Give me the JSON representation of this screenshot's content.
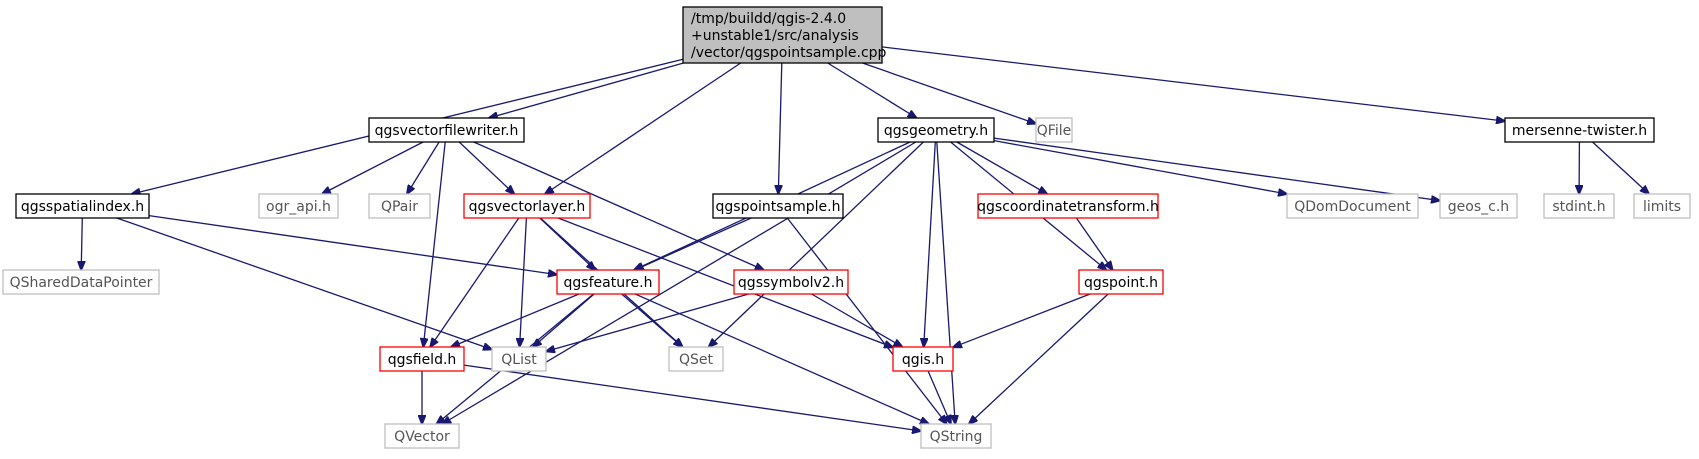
{
  "colors": {
    "edge": "#191970",
    "border_normal": "#000000",
    "border_link": "#ff0000",
    "border_external": "#bfbfbf",
    "root_fill": "#bfbfbf",
    "node_fill": "#ffffff"
  },
  "graph": {
    "nodes": [
      {
        "id": "root",
        "lines": [
          "/tmp/buildd/qgis-2.4.0",
          "+unstable1/src/analysis",
          "/vector/qgspointsample.cpp"
        ],
        "kind": "root"
      },
      {
        "id": "qgsvectorfilewriter",
        "lines": [
          "qgsvectorfilewriter.h"
        ],
        "kind": "normal"
      },
      {
        "id": "qgsgeometry",
        "lines": [
          "qgsgeometry.h"
        ],
        "kind": "normal"
      },
      {
        "id": "qfile",
        "lines": [
          "QFile"
        ],
        "kind": "external"
      },
      {
        "id": "mersenne",
        "lines": [
          "mersenne-twister.h"
        ],
        "kind": "normal"
      },
      {
        "id": "qgsspatialindex",
        "lines": [
          "qgsspatialindex.h"
        ],
        "kind": "normal"
      },
      {
        "id": "ogr_api",
        "lines": [
          "ogr_api.h"
        ],
        "kind": "external"
      },
      {
        "id": "qpair",
        "lines": [
          "QPair"
        ],
        "kind": "external"
      },
      {
        "id": "qgsvectorlayer",
        "lines": [
          "qgsvectorlayer.h"
        ],
        "kind": "link"
      },
      {
        "id": "qgspointsample",
        "lines": [
          "qgspointsample.h"
        ],
        "kind": "normal"
      },
      {
        "id": "qgscoordinatetransform",
        "lines": [
          "qgscoordinatetransform.h"
        ],
        "kind": "link"
      },
      {
        "id": "qdomdocument",
        "lines": [
          "QDomDocument"
        ],
        "kind": "external"
      },
      {
        "id": "geos_c",
        "lines": [
          "geos_c.h"
        ],
        "kind": "external"
      },
      {
        "id": "stdint",
        "lines": [
          "stdint.h"
        ],
        "kind": "external"
      },
      {
        "id": "limits",
        "lines": [
          "limits"
        ],
        "kind": "external"
      },
      {
        "id": "qshareddatapointer",
        "lines": [
          "QSharedDataPointer"
        ],
        "kind": "external"
      },
      {
        "id": "qgsfeature",
        "lines": [
          "qgsfeature.h"
        ],
        "kind": "link"
      },
      {
        "id": "qgssymbolv2",
        "lines": [
          "qgssymbolv2.h"
        ],
        "kind": "link"
      },
      {
        "id": "qgspoint",
        "lines": [
          "qgspoint.h"
        ],
        "kind": "link"
      },
      {
        "id": "qgsfield",
        "lines": [
          "qgsfield.h"
        ],
        "kind": "link"
      },
      {
        "id": "qlist",
        "lines": [
          "QList"
        ],
        "kind": "external"
      },
      {
        "id": "qset",
        "lines": [
          "QSet"
        ],
        "kind": "external"
      },
      {
        "id": "qgis",
        "lines": [
          "qgis.h"
        ],
        "kind": "link"
      },
      {
        "id": "qvector",
        "lines": [
          "QVector"
        ],
        "kind": "external"
      },
      {
        "id": "qstring",
        "lines": [
          "QString"
        ],
        "kind": "external"
      }
    ],
    "edges": [
      {
        "from": "root",
        "to": "qgsspatialindex"
      },
      {
        "from": "root",
        "to": "qgsvectorfilewriter"
      },
      {
        "from": "root",
        "to": "qgsvectorlayer"
      },
      {
        "from": "root",
        "to": "qgspointsample"
      },
      {
        "from": "root",
        "to": "qgsgeometry"
      },
      {
        "from": "root",
        "to": "qfile"
      },
      {
        "from": "root",
        "to": "mersenne"
      },
      {
        "from": "qgsvectorfilewriter",
        "to": "ogr_api"
      },
      {
        "from": "qgsvectorfilewriter",
        "to": "qpair"
      },
      {
        "from": "qgsvectorfilewriter",
        "to": "qgsvectorlayer"
      },
      {
        "from": "qgsvectorfilewriter",
        "to": "qgssymbolv2"
      },
      {
        "from": "qgsvectorfilewriter",
        "to": "qgsfield"
      },
      {
        "from": "qgsgeometry",
        "to": "qvector"
      },
      {
        "from": "qgsgeometry",
        "to": "qgsfeature"
      },
      {
        "from": "qgsgeometry",
        "to": "qset"
      },
      {
        "from": "qgsgeometry",
        "to": "qgis"
      },
      {
        "from": "qgsgeometry",
        "to": "qgscoordinatetransform"
      },
      {
        "from": "qgsgeometry",
        "to": "qgspoint"
      },
      {
        "from": "qgsgeometry",
        "to": "qdomdocument"
      },
      {
        "from": "qgsgeometry",
        "to": "geos_c"
      },
      {
        "from": "qgsgeometry",
        "to": "qstring"
      },
      {
        "from": "mersenne",
        "to": "stdint"
      },
      {
        "from": "mersenne",
        "to": "limits"
      },
      {
        "from": "qgsspatialindex",
        "to": "qshareddatapointer"
      },
      {
        "from": "qgsspatialindex",
        "to": "qgsfeature"
      },
      {
        "from": "qgsspatialindex",
        "to": "qlist"
      },
      {
        "from": "qgsvectorlayer",
        "to": "qgsfeature"
      },
      {
        "from": "qgsvectorlayer",
        "to": "qgsfield"
      },
      {
        "from": "qgsvectorlayer",
        "to": "qlist"
      },
      {
        "from": "qgsvectorlayer",
        "to": "qset"
      },
      {
        "from": "qgsvectorlayer",
        "to": "qgis"
      },
      {
        "from": "qgspointsample",
        "to": "qgsfeature"
      },
      {
        "from": "qgspointsample",
        "to": "qstring"
      },
      {
        "from": "qgscoordinatetransform",
        "to": "qgspoint"
      },
      {
        "from": "qgsfeature",
        "to": "qgsfield"
      },
      {
        "from": "qgsfeature",
        "to": "qlist"
      },
      {
        "from": "qgsfeature",
        "to": "qset"
      },
      {
        "from": "qgsfeature",
        "to": "qvector"
      },
      {
        "from": "qgsfeature",
        "to": "qstring"
      },
      {
        "from": "qgssymbolv2",
        "to": "qlist"
      },
      {
        "from": "qgssymbolv2",
        "to": "qgis"
      },
      {
        "from": "qgspoint",
        "to": "qgis"
      },
      {
        "from": "qgspoint",
        "to": "qstring"
      },
      {
        "from": "qgsfield",
        "to": "qvector"
      },
      {
        "from": "qgsfield",
        "to": "qstring"
      },
      {
        "from": "qgis",
        "to": "qstring"
      }
    ]
  }
}
